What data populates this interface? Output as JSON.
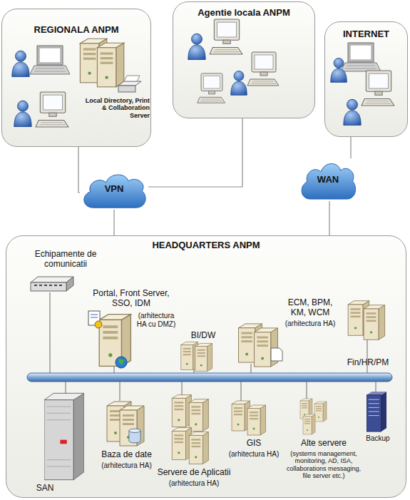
{
  "diagram": {
    "nodes": [
      {
        "text": [
          "REGIONALA ANPM"
        ]
      },
      {
        "text": [
          "Agentie locala ANPM"
        ]
      },
      {
        "text": [
          "INTERNET"
        ]
      },
      {
        "text": [
          "VPN"
        ]
      },
      {
        "text": [
          "WAN"
        ]
      },
      {
        "text": [
          "HEADQUARTERS ANPM"
        ]
      },
      {
        "text": [
          "Echipamente de comunicatii"
        ],
        "in": 5
      },
      {
        "text": [
          "Portal, Front Server, SSO, IDM",
          "(arhitectura HA cu DMZ)"
        ],
        "in": 5
      },
      {
        "text": [
          "BI/DW"
        ],
        "in": 5
      },
      {
        "text": [
          "ECM, BPM, KM, WCM",
          "(arhitectura HA)"
        ],
        "in": 5
      },
      {
        "text": [
          "Fin/HR/PM"
        ],
        "in": 5
      },
      {
        "text": [
          "SAN"
        ],
        "in": 5
      },
      {
        "text": [
          "Baza de date",
          "(arhitectura HA)"
        ],
        "in": 5
      },
      {
        "text": [
          "Servere de Aplicatii",
          "(arhitectura HA)"
        ],
        "in": 5
      },
      {
        "text": [
          "GIS",
          "(arhitectura HA)"
        ],
        "in": 5
      },
      {
        "text": [
          "Alte servere",
          "(systems management, monitoring, AD, ISA, collaborations messaging, file server etc.)"
        ],
        "in": 5
      },
      {
        "text": [
          "Backup"
        ],
        "in": 5
      }
    ],
    "edges": [
      {
        "from": 0,
        "to": 3,
        "arrow": "none"
      },
      {
        "from": 1,
        "to": 3,
        "arrow": "none"
      },
      {
        "from": 2,
        "to": 4,
        "arrow": "none"
      },
      {
        "from": 3,
        "to": 5,
        "arrow": "none"
      },
      {
        "from": 4,
        "to": 5,
        "arrow": "none"
      }
    ],
    "labels": [
      "Local Directory, Print & Collaboration Server"
    ]
  }
}
